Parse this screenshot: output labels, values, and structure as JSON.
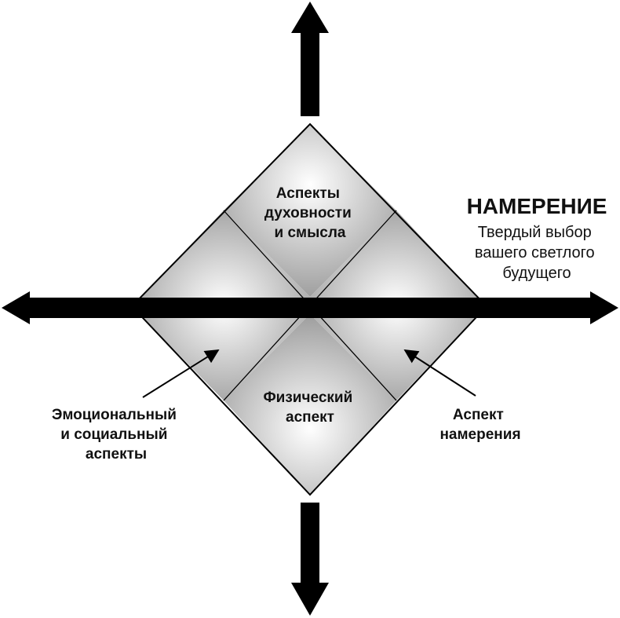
{
  "intention": {
    "title": "НАМЕРЕНИЕ",
    "subtitle": [
      "Твердый выбор",
      "вашего светлого",
      "будущего"
    ]
  },
  "regions": {
    "top": [
      "Аспекты",
      "духовности",
      "и смысла"
    ],
    "bottom": [
      "Физический",
      "аспект"
    ]
  },
  "callouts": {
    "left": [
      "Эмоциональный",
      "и социальный",
      "аспекты"
    ],
    "right": [
      "Аспект",
      "намерения"
    ]
  },
  "colors": {
    "ink": "#000000",
    "shade_dark": "#9a9a9a",
    "shade_light": "#ffffff"
  }
}
